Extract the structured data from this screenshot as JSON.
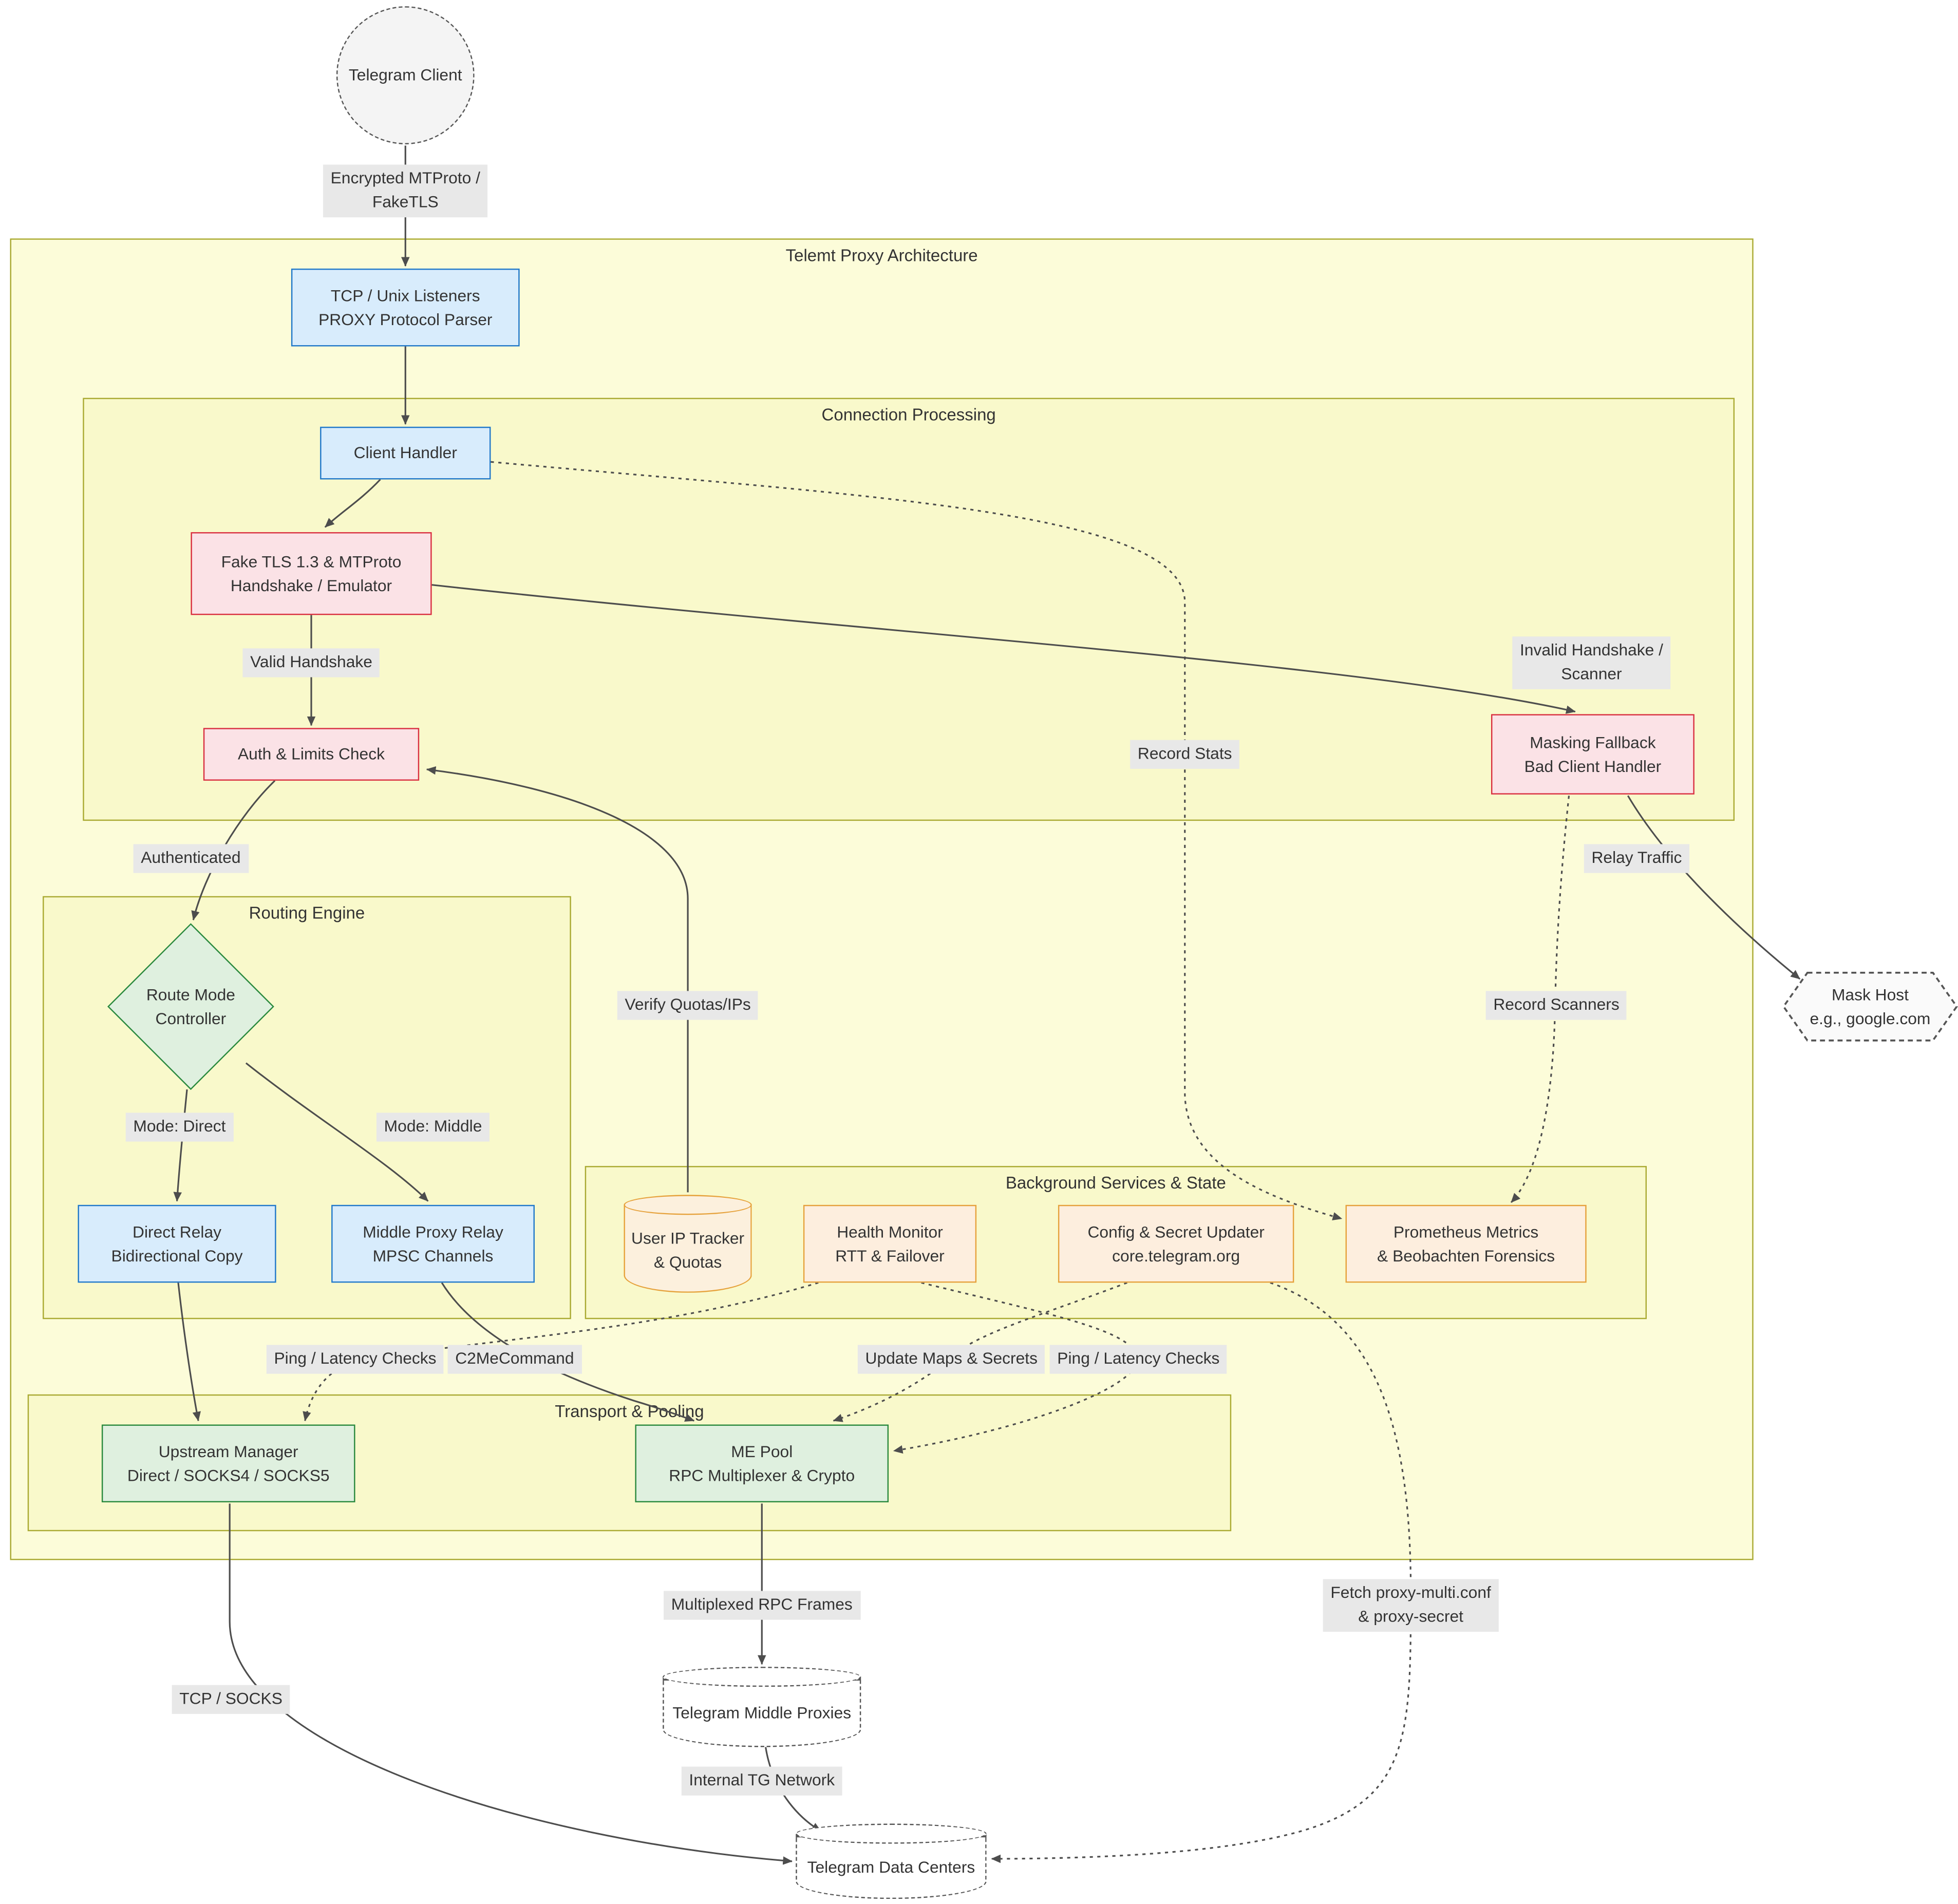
{
  "subgraphs": {
    "main": "Telemt Proxy Architecture",
    "connection": "Connection Processing",
    "routing": "Routing Engine",
    "background": "Background Services & State",
    "transport": "Transport & Pooling"
  },
  "nodes": {
    "telegram_client": "Telegram Client",
    "listeners": "TCP / Unix Listeners\nPROXY Protocol Parser",
    "client_handler": "Client Handler",
    "fake_tls": "Fake TLS 1.3 & MTProto\nHandshake / Emulator",
    "auth": "Auth & Limits Check",
    "masking": "Masking Fallback\nBad Client Handler",
    "route_mode": "Route Mode\nController",
    "direct_relay": "Direct Relay\nBidirectional Copy",
    "middle_relay": "Middle Proxy Relay\nMPSC Channels",
    "ip_tracker": "User IP Tracker\n& Quotas",
    "health_monitor": "Health Monitor\nRTT & Failover",
    "config_updater": "Config & Secret Updater\ncore.telegram.org",
    "prometheus": "Prometheus Metrics\n& Beobachten Forensics",
    "upstream_manager": "Upstream Manager\nDirect / SOCKS4 / SOCKS5",
    "me_pool": "ME Pool\nRPC Multiplexer & Crypto",
    "mask_host": "Mask Host\ne.g., google.com",
    "middle_proxies": "Telegram Middle Proxies",
    "data_centers": "Telegram Data Centers"
  },
  "edge_labels": {
    "encrypted_mtproto": "Encrypted MTProto /\nFakeTLS",
    "valid_handshake": "Valid Handshake",
    "invalid_handshake": "Invalid Handshake /\nScanner",
    "record_stats": "Record Stats",
    "authenticated": "Authenticated",
    "relay_traffic": "Relay Traffic",
    "verify_quotas": "Verify Quotas/IPs",
    "record_scanners": "Record Scanners",
    "mode_direct": "Mode: Direct",
    "mode_middle": "Mode: Middle",
    "ping_latency_upstream": "Ping / Latency Checks",
    "c2me_command": "C2MeCommand",
    "update_maps": "Update Maps & Secrets",
    "ping_latency_mepool": "Ping / Latency Checks",
    "multiplexed_rpc": "Multiplexed RPC Frames",
    "tcp_socks": "TCP / SOCKS",
    "internal_tg": "Internal TG Network",
    "fetch_conf": "Fetch proxy-multi.conf\n& proxy-secret"
  },
  "colors": {
    "subgraph_fill": "#fcfcd9",
    "subgraph_border": "#aaaa33",
    "blue_fill": "#d8ecfc",
    "blue_border": "#2279c9",
    "red_fill": "#fbe2e6",
    "red_border": "#d93040",
    "green_fill": "#dff0df",
    "green_border": "#2b8a3e",
    "orange_fill": "#fdeede",
    "orange_border": "#e6a23c",
    "label_bg": "#e8e8e8",
    "edge_color": "#4d4d4d"
  }
}
